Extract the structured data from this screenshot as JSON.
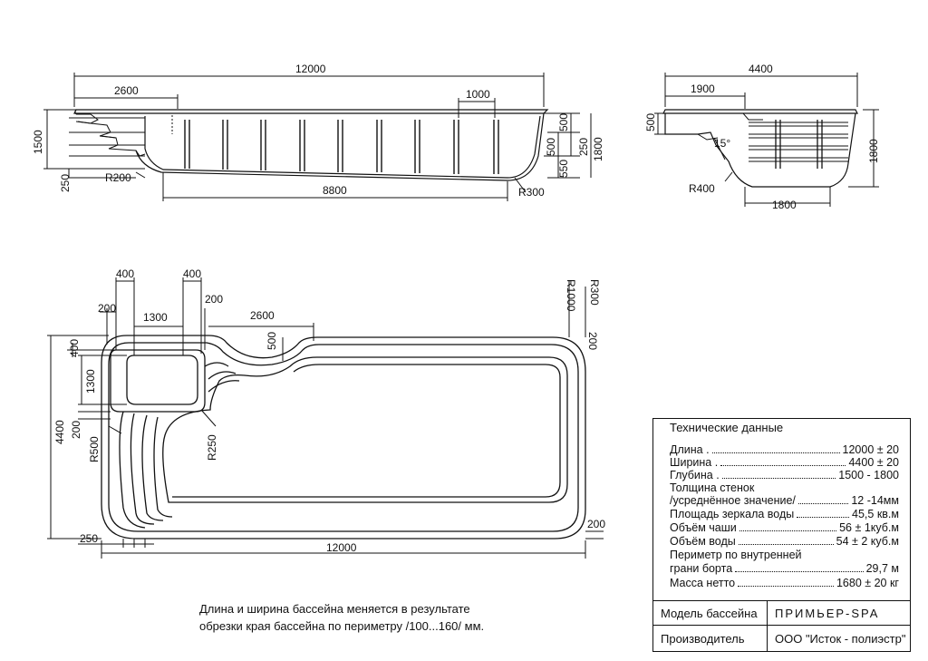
{
  "side_view": {
    "length": "12000",
    "step_len": "2600",
    "slope_seg": "1000",
    "depth_left": "1500",
    "bottom_off": "250",
    "r_bottom": "R200",
    "bottom_len": "8800",
    "r_end": "R300",
    "d500": "500",
    "d500b": "500",
    "d250": "250",
    "d1800": "1800",
    "d550": "550"
  },
  "end_view": {
    "width": "4400",
    "bench": "1900",
    "d500": "500",
    "angle": "15°",
    "radius": "R400",
    "bottom": "1800",
    "depth": "1800"
  },
  "plan_view": {
    "d400a": "400",
    "d400b": "400",
    "d200a": "200",
    "d200b": "200",
    "d1300": "1300",
    "d2600": "2600",
    "d500": "500",
    "r1000": "R1000",
    "r300": "R300",
    "d200c": "200",
    "d400c": "400",
    "d1300v": "1300",
    "d4400": "4400",
    "d200d": "200",
    "r500": "R500",
    "r250": "R250",
    "d250": "250",
    "d12000": "12000",
    "d200e": "200"
  },
  "specs": {
    "title": "Технические данные",
    "length_label": "Длина .",
    "length_value": "12000 ± 20",
    "width_label": "Ширина .",
    "width_value": "4400 ± 20",
    "depth_label": "Глубина .",
    "depth_value": "1500 - 1800",
    "wall_label1": "Толщина стенок",
    "wall_label2": "/усреднённое значение/",
    "wall_value": "12 -14мм",
    "area_label": "Площадь зеркала воды",
    "area_value": "45,5 кв.м",
    "bowl_label": "Объём чаши",
    "bowl_value": "56 ± 1куб.м",
    "water_label": "Объём воды",
    "water_value": "54 ± 2 куб.м",
    "perim_label1": "Периметр по внутренней",
    "perim_label2": "грани борта",
    "perim_value": "29,7 м",
    "mass_label": "Масса нетто",
    "mass_value": "1680 ± 20 кг"
  },
  "title_block": {
    "model_label": "Модель бассейна",
    "model_value": "ПРИМЬЕР-SPA",
    "maker_label": "Производитель",
    "maker_value": "ООО  \"Исток - полиэстр\""
  },
  "note": {
    "line1": "Длина и ширина  бассейна меняется в результате",
    "line2": "обрезки края бассейна по периметру  /100...160/ мм."
  }
}
